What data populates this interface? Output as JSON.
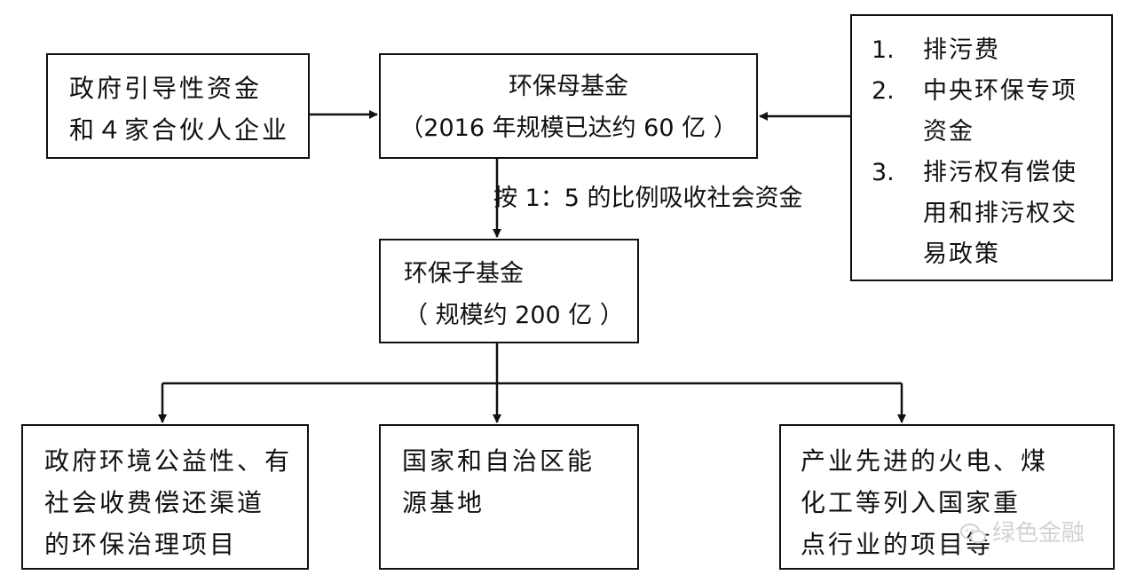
{
  "nodes": {
    "left_source": {
      "lines": [
        "政府引导性资金",
        "和４家合伙人企业"
      ]
    },
    "mother_fund": {
      "lines": [
        "环保母基金",
        "（2016 年规模已达约 60 亿 ）"
      ]
    },
    "policies": {
      "items": [
        {
          "num": "1.",
          "lines": [
            "排污费"
          ]
        },
        {
          "num": "2.",
          "lines": [
            "中央环保专项",
            "资金"
          ]
        },
        {
          "num": "3.",
          "lines": [
            "排污权有偿使",
            "用和排污权交",
            "易政策"
          ]
        }
      ]
    },
    "child_fund": {
      "lines": [
        "环保子基金",
        "（ 规模约 200 亿 ）"
      ]
    },
    "target_gov": {
      "lines": [
        "政府环境公益性、有",
        "社会收费偿还渠道",
        "的环保治理项目"
      ]
    },
    "target_energy": {
      "lines": [
        "国家和自治区能",
        "源基地"
      ]
    },
    "target_industry": {
      "lines": [
        "产业先进的火电、煤",
        "化工等列入国家重",
        "点行业的项目等"
      ]
    }
  },
  "edges": {
    "mother_to_child_label": "按 1：5 的比例吸收社会资金"
  },
  "watermark": {
    "text": "绿色金融",
    "icon": "wechat-icon"
  },
  "colors": {
    "line": "#111111",
    "background": "#ffffff",
    "watermark": "#d2d2d2"
  }
}
